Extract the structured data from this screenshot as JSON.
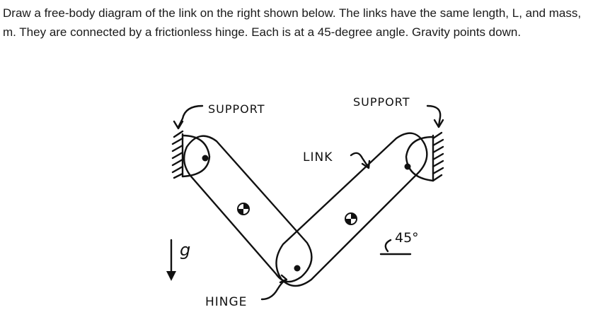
{
  "question": {
    "text": "Draw a free-body diagram of the link on the right shown below. The links have the same length, L, and mass, m. They are connected by a frictionless hinge. Each is at a 45-degree angle. Gravity points down."
  },
  "labels": {
    "support_left": "SUPPORT",
    "support_right": "SUPPORT",
    "link": "LINK",
    "hinge": "HINGE",
    "gravity": "g",
    "angle": "45°"
  },
  "colors": {
    "ink": "#111111",
    "text": "#1a1a1a",
    "background": "#ffffff"
  }
}
